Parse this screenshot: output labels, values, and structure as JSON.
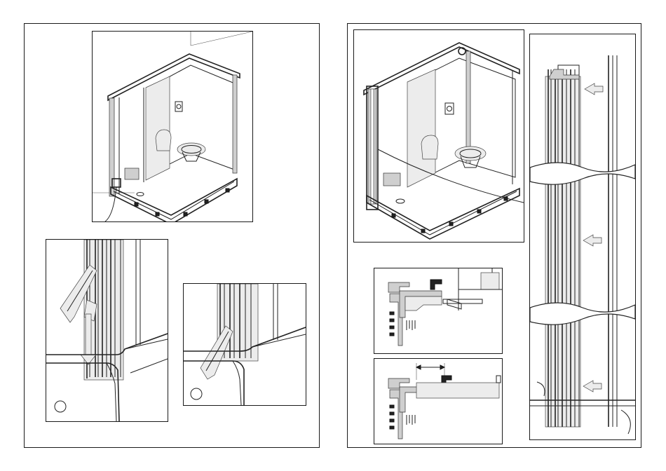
{
  "document": {
    "type": "installation-illustration",
    "pages": [
      {
        "id": "left",
        "panels": [
          "overview-cabin",
          "detail-clip-insert",
          "detail-clip-seated"
        ],
        "step_markers": [
          "",
          ""
        ]
      },
      {
        "id": "right",
        "panels": [
          "overview-cabin-rail",
          "profile-section-1",
          "profile-section-2",
          "rail-elevation"
        ],
        "step_markers": []
      }
    ],
    "icons": [
      "arrow-down-icon",
      "arrow-left-icon",
      "circle-marker-icon",
      "dimension-arrows-icon"
    ],
    "colors": {
      "line": "#1a1a1a",
      "fill_light": "#ececec",
      "fill_mid": "#cfcfcf",
      "background": "#ffffff"
    }
  }
}
